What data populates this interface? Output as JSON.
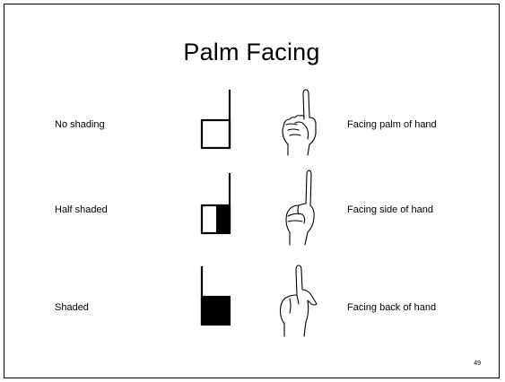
{
  "slide": {
    "title": "Palm Facing",
    "page_number": "49",
    "rows": [
      {
        "label": "No shading",
        "symbol": "square-with-stem-right-unshaded-icon",
        "hand": "hand-palm-facing-icon",
        "description": "Facing palm of hand"
      },
      {
        "label": "Half shaded",
        "symbol": "square-with-stem-right-half-shaded-icon",
        "hand": "hand-side-facing-icon",
        "description": "Facing side of hand"
      },
      {
        "label": "Shaded",
        "symbol": "square-with-stem-left-shaded-icon",
        "hand": "hand-back-facing-icon",
        "description": "Facing back of hand"
      }
    ]
  }
}
